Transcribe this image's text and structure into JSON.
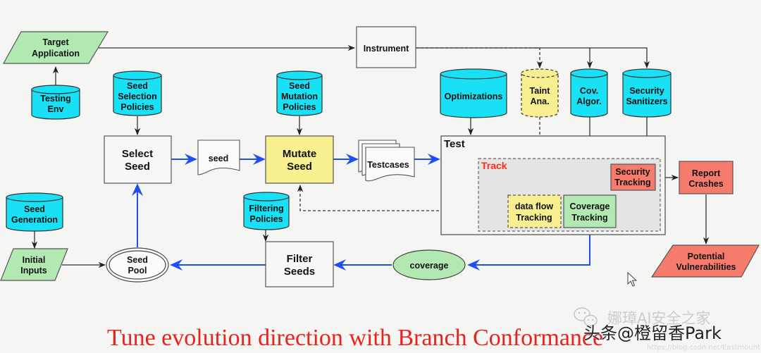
{
  "diagram": {
    "title_caption": "Tune evolution  direction with Branch Conformance",
    "colors": {
      "background": "#f5f5f4",
      "database": "#19e1f5",
      "io_green": "#b2e9b2",
      "mutate_yellow": "#f8ef8f",
      "taint_yellow": "#f7ee90",
      "alert_red": "#f77b6c",
      "track_region": "#e4e4e4",
      "flow_blue": "#1f4ff0",
      "track_label_red": "#ff2a1a",
      "caption_red": "#e8231a"
    },
    "nodes": {
      "target_application": [
        "Target",
        "Application"
      ],
      "testing_env": [
        "Testing",
        "Env"
      ],
      "instrument": [
        "Instrument"
      ],
      "seed_selection_policies": [
        "Seed",
        "Selection",
        "Policies"
      ],
      "seed_mutation_policies": [
        "Seed",
        "Mutation",
        "Policies"
      ],
      "optimizations": [
        "Optimizations"
      ],
      "taint_analysis": [
        "Taint",
        "Ana."
      ],
      "cov_algorithm": [
        "Cov.",
        "Algor."
      ],
      "security_sanitizers": [
        "Security",
        "Sanitizers"
      ],
      "select_seed": [
        "Select",
        "Seed"
      ],
      "seed_doc": [
        "seed"
      ],
      "mutate_seed": [
        "Mutate",
        "Seed"
      ],
      "testcases": [
        "Testcases"
      ],
      "test_container": [
        "Test"
      ],
      "track_region": [
        "Track"
      ],
      "security_tracking": [
        "Security",
        "Tracking"
      ],
      "data_flow_tracking": [
        "data flow",
        "Tracking"
      ],
      "coverage_tracking": [
        "Coverage",
        "Tracking"
      ],
      "report_crashes": [
        "Report",
        "Crashes"
      ],
      "potential_vulnerabilities": [
        "Potential",
        "Vulnerabilities"
      ],
      "seed_generation": [
        "Seed",
        "Generation"
      ],
      "initial_inputs": [
        "Initial",
        "Inputs"
      ],
      "seed_pool": [
        "Seed",
        "Pool"
      ],
      "filtering_policies": [
        "Filtering",
        "Policies"
      ],
      "filter_seeds": [
        "Filter",
        "Seeds"
      ],
      "coverage": [
        "coverage"
      ]
    },
    "edges": [
      {
        "from": "testing_env",
        "to": "target_application",
        "style": "solid"
      },
      {
        "from": "target_application",
        "to": "instrument",
        "style": "solid"
      },
      {
        "from": "instrument",
        "to": "taint_analysis",
        "style": "dashed"
      },
      {
        "from": "instrument",
        "to": "cov_algorithm",
        "style": "solid"
      },
      {
        "from": "instrument",
        "to": "security_sanitizers",
        "style": "solid"
      },
      {
        "from": "seed_selection_policies",
        "to": "select_seed",
        "style": "solid"
      },
      {
        "from": "seed_mutation_policies",
        "to": "mutate_seed",
        "style": "solid"
      },
      {
        "from": "optimizations",
        "to": "test_container",
        "style": "solid"
      },
      {
        "from": "taint_analysis",
        "to": "data_flow_tracking",
        "style": "dashed"
      },
      {
        "from": "cov_algorithm",
        "to": "coverage_tracking",
        "style": "solid"
      },
      {
        "from": "security_sanitizers",
        "to": "security_tracking",
        "style": "solid"
      },
      {
        "from": "select_seed",
        "to": "seed_doc",
        "style": "blue"
      },
      {
        "from": "seed_doc",
        "to": "mutate_seed",
        "style": "blue"
      },
      {
        "from": "mutate_seed",
        "to": "testcases",
        "style": "blue"
      },
      {
        "from": "testcases",
        "to": "test_container",
        "style": "blue"
      },
      {
        "from": "security_tracking",
        "to": "report_crashes",
        "style": "solid"
      },
      {
        "from": "report_crashes",
        "to": "potential_vulnerabilities",
        "style": "solid"
      },
      {
        "from": "data_flow_tracking",
        "to": "mutate_seed",
        "style": "dashed"
      },
      {
        "from": "coverage_tracking",
        "to": "coverage",
        "style": "blue"
      },
      {
        "from": "coverage",
        "to": "filter_seeds",
        "style": "blue"
      },
      {
        "from": "filter_seeds",
        "to": "seed_pool",
        "style": "blue"
      },
      {
        "from": "seed_pool",
        "to": "select_seed",
        "style": "blue"
      },
      {
        "from": "filtering_policies",
        "to": "filter_seeds",
        "style": "solid"
      },
      {
        "from": "seed_generation",
        "to": "initial_inputs",
        "style": "solid"
      },
      {
        "from": "initial_inputs",
        "to": "seed_pool",
        "style": "solid"
      }
    ]
  },
  "watermark": {
    "line1": "娜璋AI安全之家",
    "line2": "头条@橙留香Park",
    "url": "https://blog.csdn.net/Eastmount"
  }
}
